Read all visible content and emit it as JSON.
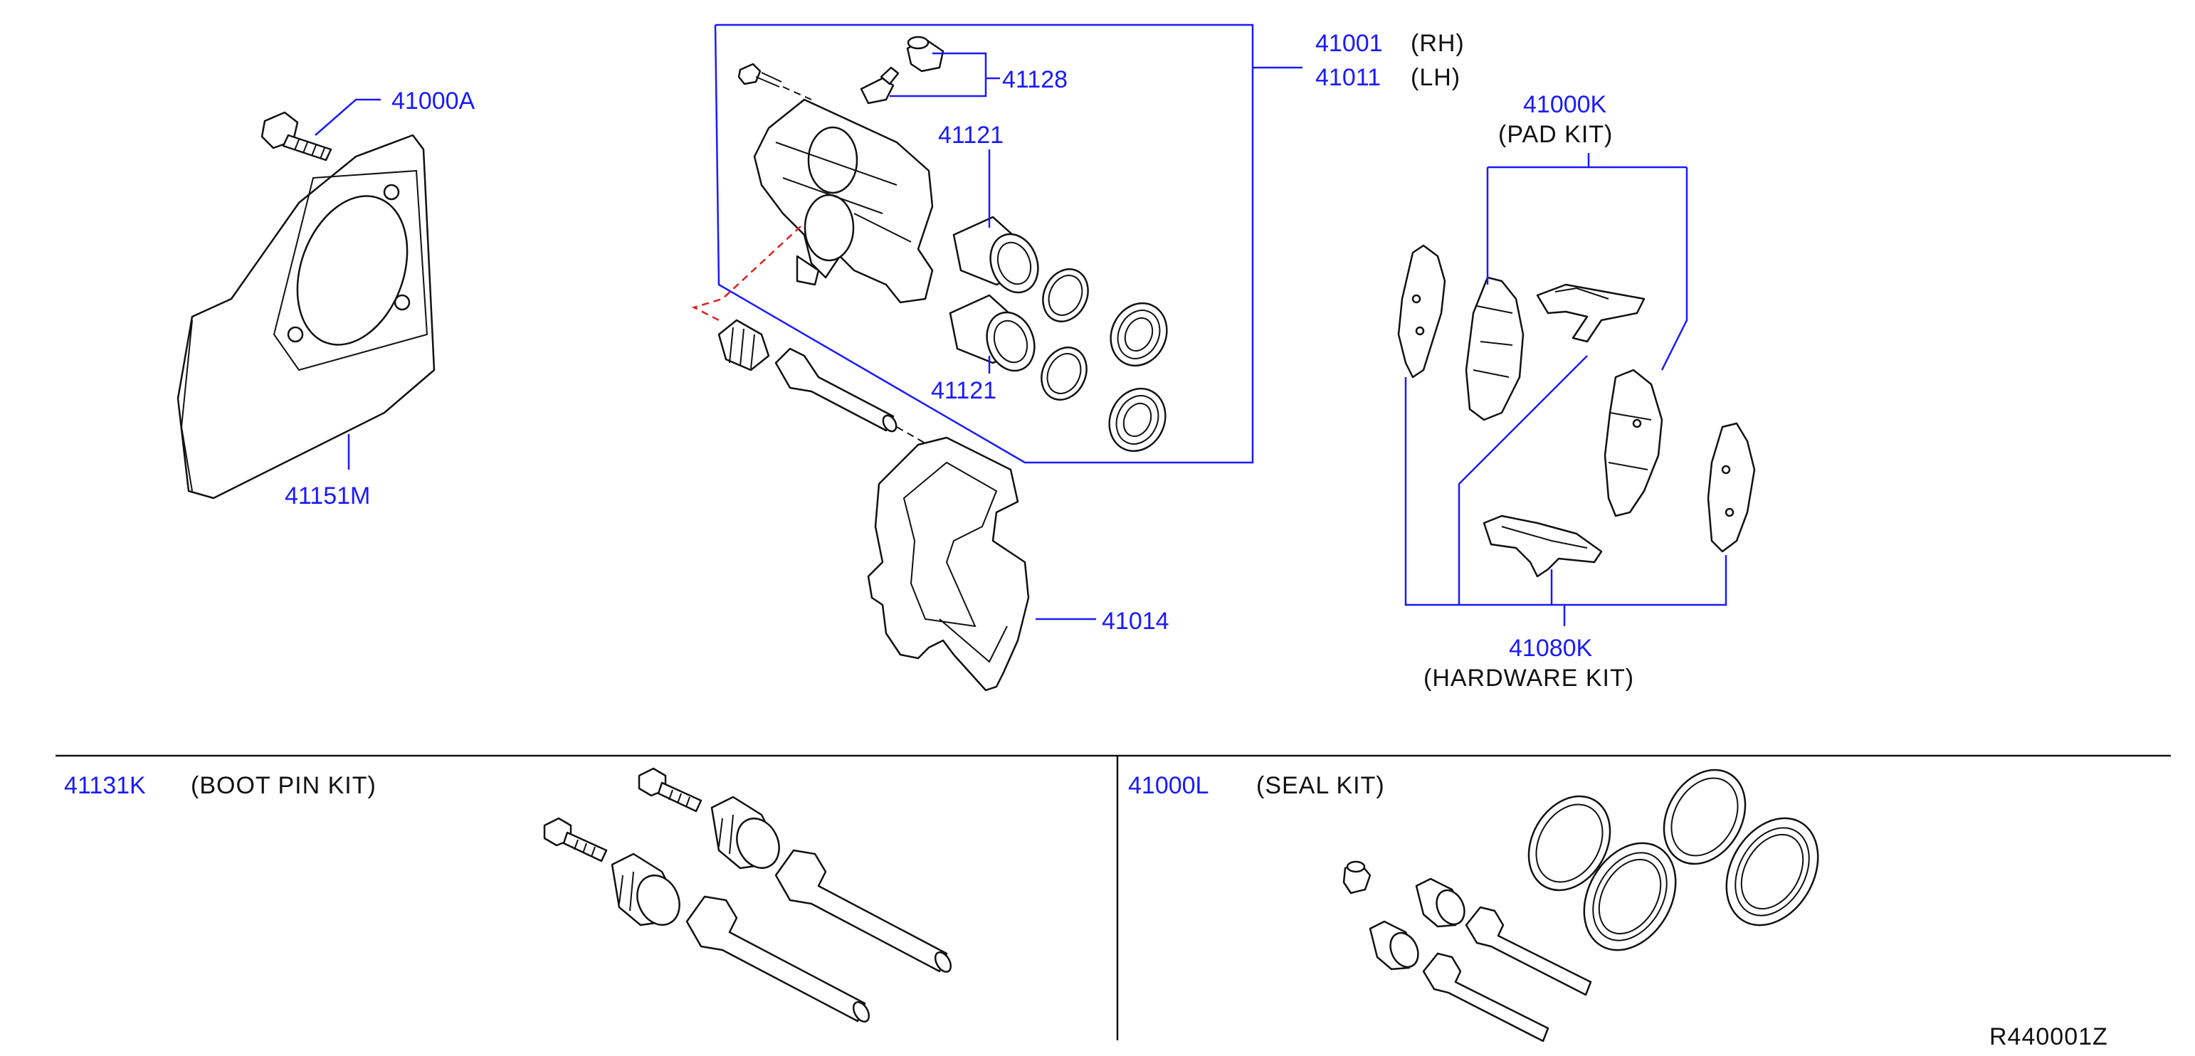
{
  "labels": {
    "p41000A": "41000A",
    "p41151M": "41151M",
    "p41001": "41001",
    "p41001_side": "(RH)",
    "p41011": "41011",
    "p41011_side": "(LH)",
    "p41128": "41128",
    "p41121_top": "41121",
    "p41121_bottom": "41121",
    "p41014": "41014",
    "p41000K": "41000K",
    "pad_kit": "(PAD  KIT)",
    "p41080K": "41080K",
    "hardware_kit": "(HARDWARE  KIT)"
  },
  "kits": {
    "boot_pin_part": "41131K",
    "boot_pin_name": "(BOOT  PIN  KIT)",
    "seal_part": "41000L",
    "seal_name": "(SEAL  KIT)"
  },
  "figure_code": "R440001Z",
  "colors": {
    "callout": "#1a1aff",
    "linework": "#111111",
    "guide_dash": "#e02020"
  }
}
